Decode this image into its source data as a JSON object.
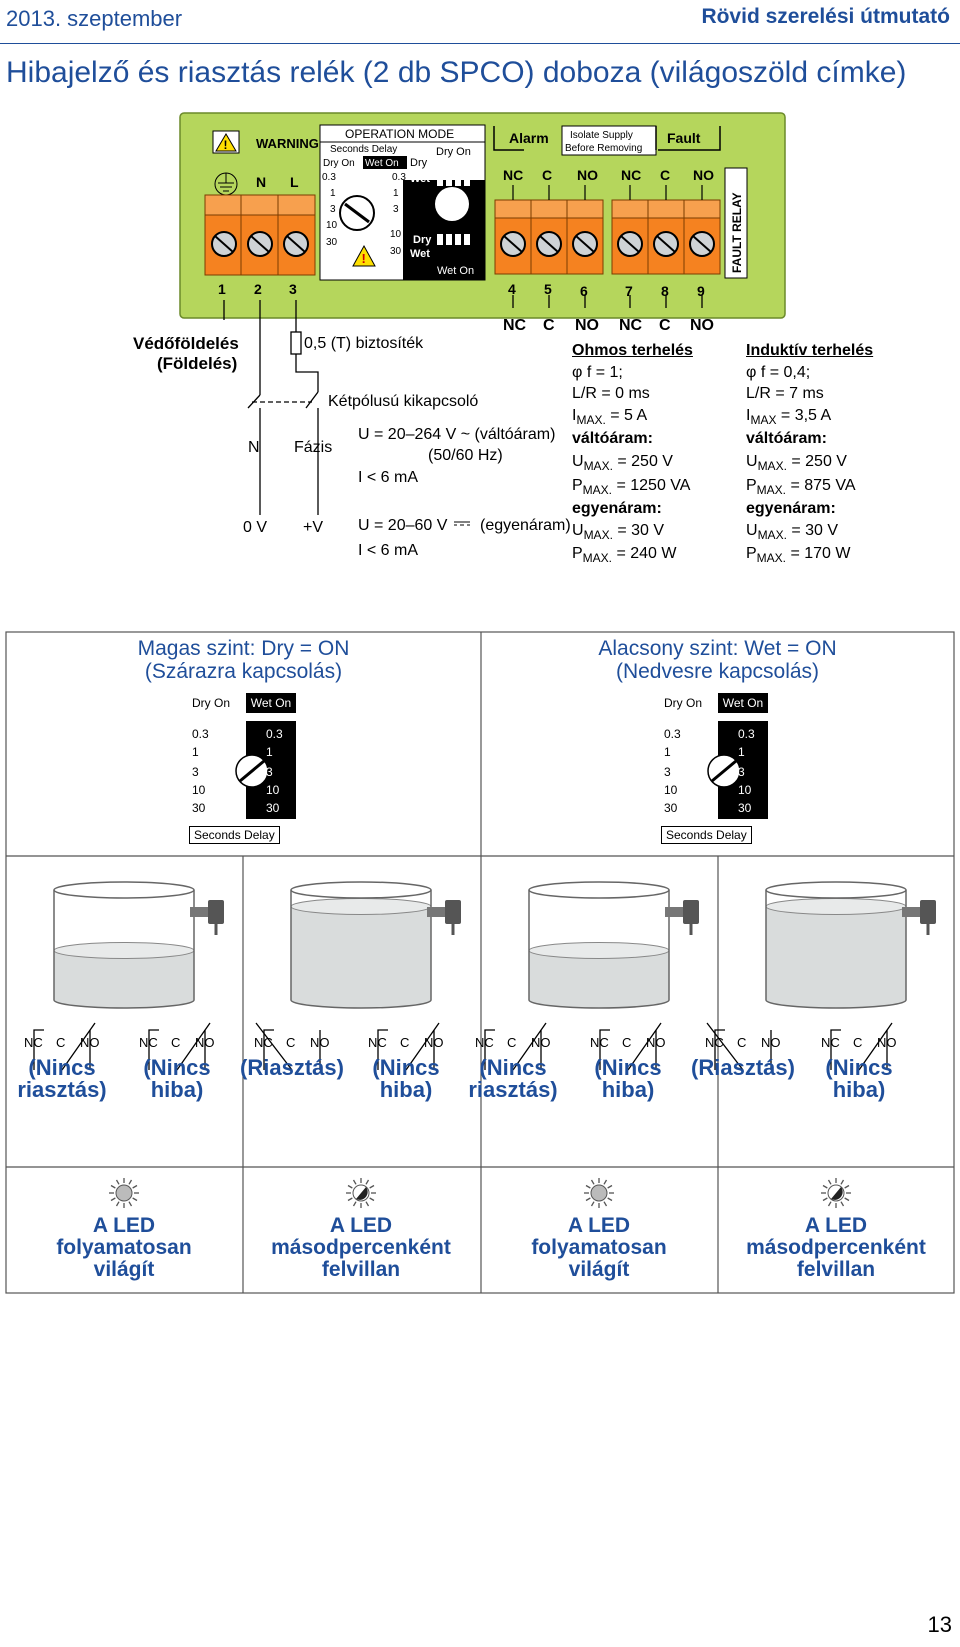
{
  "header": {
    "date": "2013. szeptember",
    "guide": "Rövid szerelési útmutató",
    "title": "Hibajelző és riasztás relék (2 db SPCO) doboza (világoszöld címke)"
  },
  "device": {
    "warning": "WARNING",
    "n": "N",
    "l": "L",
    "op_mode": "OPERATION MODE",
    "seconds_delay": "Seconds Delay",
    "dry_on": "Dry On",
    "wet_on": "Wet On",
    "dry_on_small": "Dry On",
    "wet_on_small": "Wet On",
    "dry": "Dry",
    "wet": "Wet",
    "delays": [
      "0.3",
      "1",
      "3",
      "10",
      "30"
    ],
    "alarm": "Alarm",
    "fault": "Fault",
    "isolate1": "Isolate Supply",
    "isolate2": "Before Removing",
    "nc": "NC",
    "c": "C",
    "no": "NO",
    "fault_relay": "FAULT RELAY",
    "terminals": [
      "1",
      "2",
      "3",
      "4",
      "5",
      "6",
      "7",
      "8",
      "9"
    ],
    "colors": {
      "board": "#b5d65c",
      "terminal": "#f58220",
      "dark": "#000000"
    }
  },
  "wiring": {
    "nc": "NC",
    "c": "C",
    "no": "NO",
    "earth1": "Védőföldelés",
    "earth2": "(Földelés)",
    "fuse": "0,5 (T) biztosíték",
    "switch": "Kétpólusú kikapcsoló",
    "n": "N",
    "phase": "Fázis",
    "ac_u": "U = 20–264 V ~ (váltóáram)",
    "ac_hz": "(50/60 Hz)",
    "ac_i": "I < 6 mA",
    "zero_v": "0 V",
    "plus_v": "+V",
    "dc_u": "U = 20–60 V",
    "dc_u2": "(egyenáram)",
    "dc_i": "I < 6 mA"
  },
  "ohmic": {
    "title": "Ohmos terhelés",
    "phi": "φ f = 1;",
    "lr": "L/R = 0 ms",
    "imax_sym": "I",
    "imax_sub": "MAX.",
    "imax_val": " = 5 A",
    "ac": "váltóáram:",
    "umax_sym": "U",
    "umax_sub": "MAX.",
    "umax_val": " = 250 V",
    "pmax_sym": "P",
    "pmax_sub": "MAX.",
    "pmax_val": " = 1250 VA",
    "dc": "egyenáram:",
    "udc_sym": "U",
    "udc_sub": "MAX.",
    "udc_val": " = 30 V",
    "pdc_sym": "P",
    "pdc_sub": "MAX.",
    "pdc_val": " = 240 W"
  },
  "inductive": {
    "title": "Induktív terhelés",
    "phi": "φ f = 0,4;",
    "lr": "L/R = 7 ms",
    "imax_sym": "I",
    "imax_sub": "MAX",
    "imax_val": " = 3,5 A",
    "ac": "váltóáram:",
    "umax_sym": "U",
    "umax_sub": "MAX.",
    "umax_val": " = 250 V",
    "pmax_sym": "P",
    "pmax_sub": "MAX.",
    "pmax_val": " = 875 VA",
    "dc": "egyenáram:",
    "udc_sym": "U",
    "udc_sub": "MAX.",
    "udc_val": " = 30 V",
    "pdc_sym": "P",
    "pdc_sub": "MAX.",
    "pdc_val": " = 170 W"
  },
  "modes": {
    "high1": "Magas szint: Dry = ON",
    "high2": "(Szárazra kapcsolás)",
    "low1": "Alacsony szint: Wet = ON",
    "low2": "(Nedvesre kapcsolás)",
    "dry_on": "Dry On",
    "wet_on": "Wet On",
    "delays": [
      "0.3",
      "1",
      "3",
      "10",
      "30"
    ],
    "seconds_delay": "Seconds Delay"
  },
  "relays": [
    {
      "nc": "NC",
      "c": "C",
      "no": "NO",
      "cap1": "(Nincs",
      "cap2": "riasztás)"
    },
    {
      "nc": "NC",
      "c": "C",
      "no": "NO",
      "cap1": "(Nincs",
      "cap2": "hiba)"
    },
    {
      "nc": "NC",
      "c": "C",
      "no": "NO",
      "cap1": "(Riasztás)",
      "cap2": ""
    },
    {
      "nc": "NC",
      "c": "C",
      "no": "NO",
      "cap1": "(Nincs",
      "cap2": "hiba)"
    },
    {
      "nc": "NC",
      "c": "C",
      "no": "NO",
      "cap1": "(Nincs",
      "cap2": "riasztás)"
    },
    {
      "nc": "NC",
      "c": "C",
      "no": "NO",
      "cap1": "(Nincs",
      "cap2": "hiba)"
    },
    {
      "nc": "NC",
      "c": "C",
      "no": "NO",
      "cap1": "(Riasztás)",
      "cap2": ""
    },
    {
      "nc": "NC",
      "c": "C",
      "no": "NO",
      "cap1": "(Nincs",
      "cap2": "hiba)"
    }
  ],
  "leds": [
    {
      "l1": "A LED",
      "l2": "folyamatosan",
      "l3": "világít"
    },
    {
      "l1": "A LED",
      "l2": "másodpercenként",
      "l3": "felvillan"
    },
    {
      "l1": "A LED",
      "l2": "folyamatosan",
      "l3": "világít"
    },
    {
      "l1": "A LED",
      "l2": "másodpercenként",
      "l3": "felvillan"
    }
  ],
  "page_number": "13"
}
